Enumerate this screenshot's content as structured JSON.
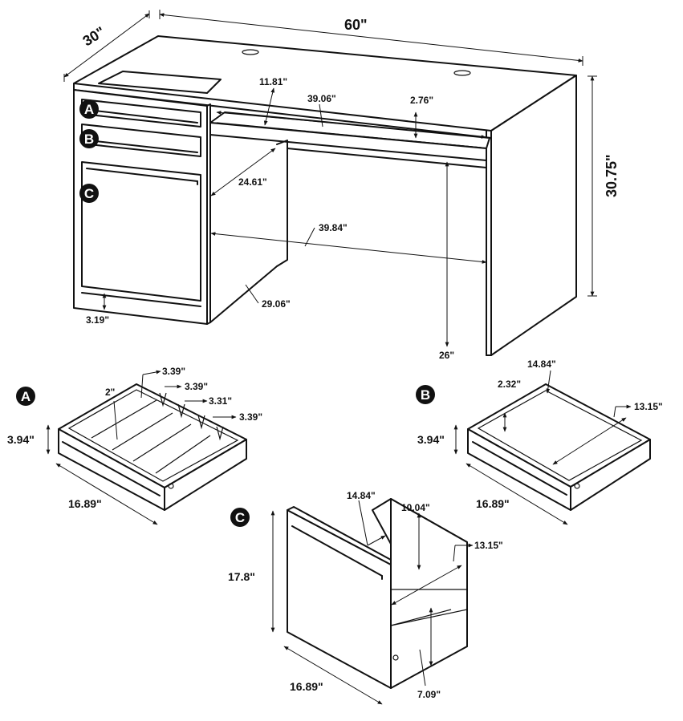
{
  "desk": {
    "depth": "30\"",
    "width": "60\"",
    "height": "30.75\"",
    "keyboard_tray_depth": "11.81\"",
    "keyboard_tray_width": "39.06\"",
    "keyboard_tray_height": "2.76\"",
    "knee_height": "24.61\"",
    "knee_width": "39.84\"",
    "knee_depth": "29.06\"",
    "floor_clearance": "3.19\"",
    "tray_floor_height": "26\""
  },
  "badges": {
    "a": "A",
    "b": "B",
    "c": "C"
  },
  "drawer_a": {
    "height": "3.94\"",
    "width": "16.89\"",
    "divider_depth": "2\"",
    "compartments": [
      "3.39\"",
      "3.39\"",
      "3.31\"",
      "3.39\""
    ]
  },
  "drawer_b": {
    "height": "3.94\"",
    "width": "16.89\"",
    "inner_depth": "2.32\"",
    "inner_width": "14.84\"",
    "inner_length": "13.15\""
  },
  "drawer_c": {
    "height": "17.8\"",
    "width": "16.89\"",
    "inner_width": "14.84\"",
    "inner_height": "10.04\"",
    "inner_length": "13.15\"",
    "lower_height": "7.09\""
  }
}
